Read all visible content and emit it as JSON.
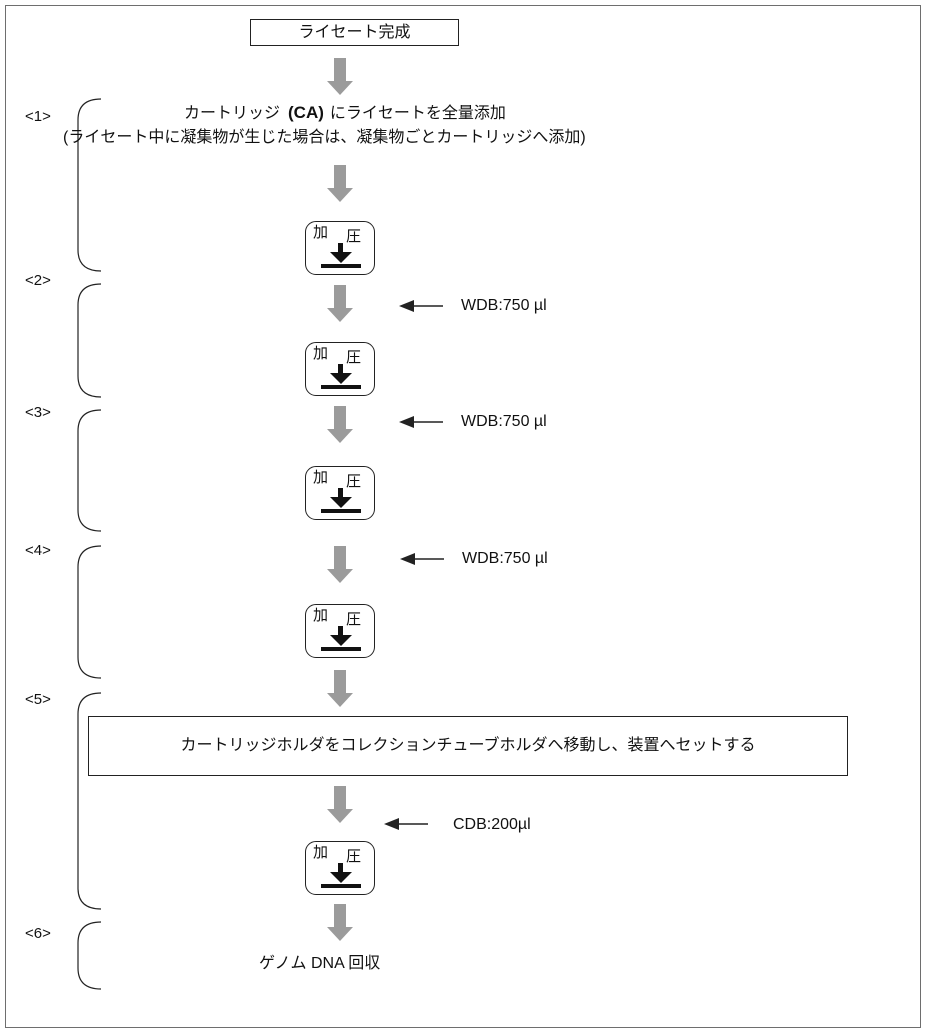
{
  "title_box": "ライセート完成",
  "steps": [
    "<1>",
    "<2>",
    "<3>",
    "<4>",
    "<5>",
    "<6>"
  ],
  "step1": {
    "line1_a": "カートリッジ",
    "line1_b": "(CA)",
    "line1_c": "にライセートを全量添加",
    "line2": "(ライセート中に凝集物が生じた場合は、凝集物ごとカートリッジへ添加)"
  },
  "press_label": [
    "加",
    "圧"
  ],
  "reagents": {
    "wdb1": "WDB:750 µl",
    "wdb2": "WDB:750 µl",
    "wdb3": "WDB:750 µl",
    "cdb": "CDB:200µl"
  },
  "move_box": "カートリッジホルダをコレクションチューブホルダへ移動し、装置へセットする",
  "result": "ゲノム DNA 回収",
  "colors": {
    "flow_arrow": "#9b9b9b",
    "line": "#222222",
    "frame": "#6e6e6e"
  },
  "icons": [
    "flow-arrow-icon",
    "press-down-icon",
    "left-arrow-icon",
    "brace-icon"
  ]
}
